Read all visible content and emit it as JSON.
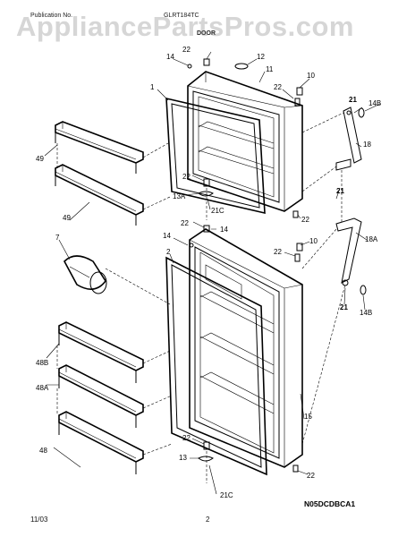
{
  "header": {
    "publication_label": "Publication No.",
    "model": "GLRT184TC",
    "section": "DOOR"
  },
  "watermark": "AppliancePartsPros.com",
  "footer": {
    "date": "11/03",
    "page": "2",
    "code": "N05DCDBCA1"
  },
  "callouts": [
    {
      "text": "22"
    },
    {
      "text": "14"
    },
    {
      "text": "12"
    },
    {
      "text": "11"
    },
    {
      "text": "10"
    },
    {
      "text": "1"
    },
    {
      "text": "22"
    },
    {
      "text": "21"
    },
    {
      "text": "14B"
    },
    {
      "text": "18"
    },
    {
      "text": "49"
    },
    {
      "text": "49"
    },
    {
      "text": "22"
    },
    {
      "text": "13A"
    },
    {
      "text": "21C"
    },
    {
      "text": "21"
    },
    {
      "text": "22"
    },
    {
      "text": "22"
    },
    {
      "text": "14"
    },
    {
      "text": "14"
    },
    {
      "text": "10"
    },
    {
      "text": "22"
    },
    {
      "text": "7"
    },
    {
      "text": "2"
    },
    {
      "text": "18A"
    },
    {
      "text": "21"
    },
    {
      "text": "14B"
    },
    {
      "text": "48B"
    },
    {
      "text": "48A"
    },
    {
      "text": "15"
    },
    {
      "text": "48"
    },
    {
      "text": "22"
    },
    {
      "text": "13"
    },
    {
      "text": "21C"
    },
    {
      "text": "22"
    }
  ]
}
